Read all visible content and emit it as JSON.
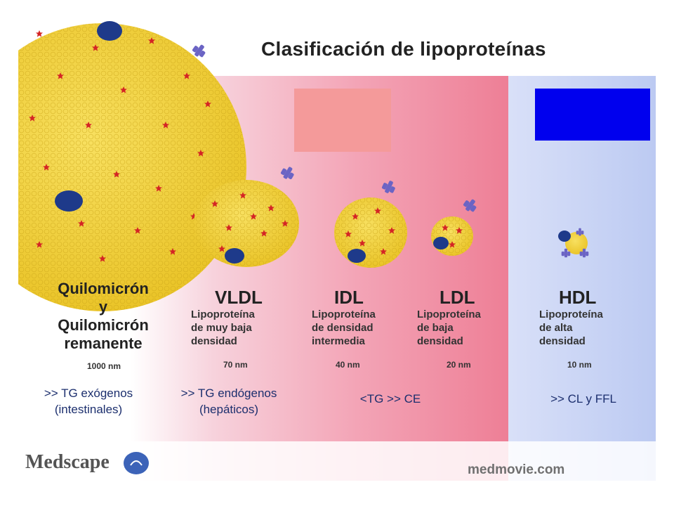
{
  "title": "Clasificación de lipoproteínas",
  "colors": {
    "salmon_box": "#f49a9a",
    "blue_box": "#0000ee",
    "hdl_region": "#c6d0f4",
    "particle_fill": "#f3d23a",
    "apoprotein": "#1e3a8a",
    "note_text": "#1c2f6e"
  },
  "classes": [
    {
      "name_lines": [
        "Quilomicrón",
        "y",
        "Quilomicrón",
        "remanente"
      ],
      "size": "1000 nm",
      "note": ">> TG exógenos\n(intestinales)"
    },
    {
      "name": "VLDL",
      "desc_lines": [
        "Lipoproteína",
        "de muy baja",
        "densidad"
      ],
      "size": "70 nm",
      "note": ">> TG endógenos\n(hepáticos)"
    },
    {
      "name": "IDL",
      "desc_lines": [
        "Lipoproteína",
        "de densidad",
        "intermedia"
      ],
      "size": "40 nm"
    },
    {
      "name": "LDL",
      "desc_lines": [
        "Lipoproteína",
        "de baja",
        "densidad"
      ],
      "size": "20 nm"
    },
    {
      "name": "HDL",
      "desc_lines": [
        "Lipoproteína",
        "de alta",
        "densidad"
      ],
      "size": "10 nm",
      "note": ">>  CL y FFL"
    }
  ],
  "idl_ldl_note": "<TG  >> CE",
  "icons": [
    "apoprotein-icon",
    "star-icon",
    "medscape-logo-icon"
  ],
  "logo_text": "Medscape",
  "credit": "medmovie.com"
}
